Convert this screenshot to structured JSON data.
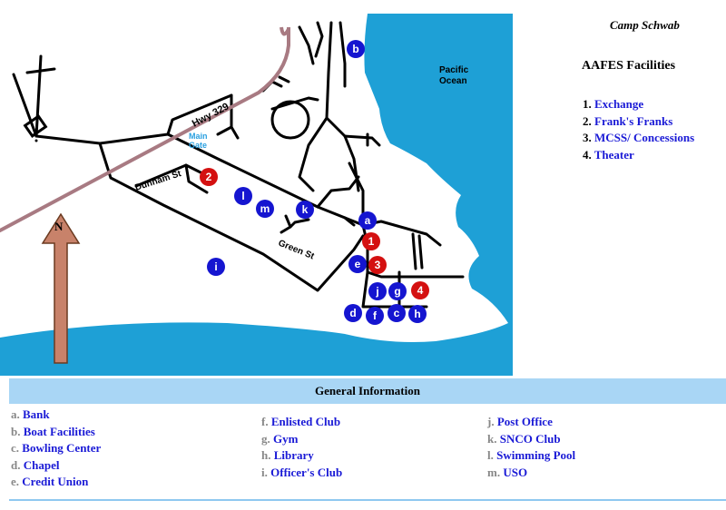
{
  "camp_title": "Camp Schwab",
  "aafes": {
    "title": "AAFES Facilities",
    "items": [
      {
        "num": "1.",
        "label": "Exchange"
      },
      {
        "num": "2.",
        "label": "Frank's Franks"
      },
      {
        "num": "3.",
        "label": "MCSS/ Concessions"
      },
      {
        "num": "4.",
        "label": "Theater"
      }
    ]
  },
  "general": {
    "title": "General Information",
    "columns": [
      [
        {
          "letter": "a.",
          "label": "Bank"
        },
        {
          "letter": "b.",
          "label": "Boat Facilities"
        },
        {
          "letter": "c.",
          "label": "Bowling Center"
        },
        {
          "letter": "d.",
          "label": "Chapel"
        },
        {
          "letter": "e.",
          "label": "Credit Union"
        }
      ],
      [
        {
          "letter": "f.",
          "label": "Enlisted Club"
        },
        {
          "letter": "g.",
          "label": "Gym"
        },
        {
          "letter": "h.",
          "label": "Library"
        },
        {
          "letter": "i.",
          "label": "Officer's Club"
        }
      ],
      [
        {
          "letter": "j.",
          "label": "Post Office"
        },
        {
          "letter": "k.",
          "label": "SNCO Club"
        },
        {
          "letter": "l.",
          "label": "Swimming Pool"
        },
        {
          "letter": "m.",
          "label": "USO"
        }
      ]
    ]
  },
  "map": {
    "ocean_label_1": "Pacific",
    "ocean_label_2": "Ocean",
    "highway": "Hwy 329",
    "gate_1": "Main",
    "gate_2": "Gate",
    "street_1": "Dunham St",
    "street_2": "Green St",
    "north": "N",
    "markers": {
      "a": "a",
      "b": "b",
      "c": "c",
      "d": "d",
      "e": "e",
      "f": "f",
      "g": "g",
      "h": "h",
      "i": "i",
      "j": "j",
      "k": "k",
      "l": "l",
      "m": "m",
      "n1": "1",
      "n2": "2",
      "n3": "3",
      "n4": "4"
    },
    "colors": {
      "ocean": "#1ea0d6",
      "road": "#000000",
      "highway": "#a87a82",
      "marker_blue": "#1515d0",
      "marker_red": "#d41010",
      "arrow": "#c8826a",
      "gate_text": "#2aa0e0"
    }
  }
}
